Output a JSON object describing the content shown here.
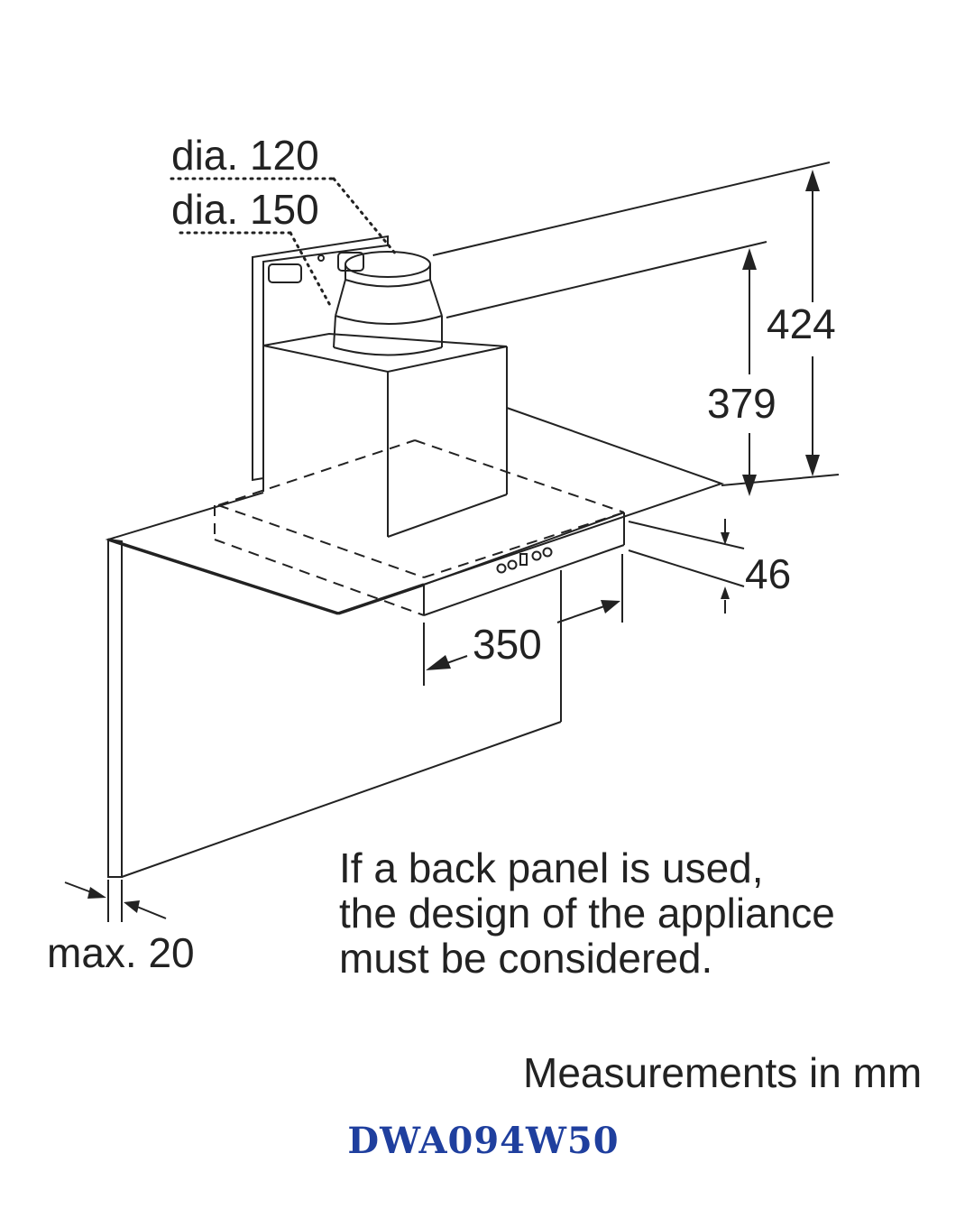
{
  "labels": {
    "dia_120": "dia. 120",
    "dia_150": "dia. 150",
    "height_total": "424",
    "height_chimney": "379",
    "canopy_thickness": "46",
    "depth": "350",
    "max_gap": "max. 20"
  },
  "note": {
    "line1": "If a back panel is used,",
    "line2": "the design of the appliance",
    "line3": "must be considered."
  },
  "units_note": "Measurements in mm",
  "model": "DWA094W50",
  "colors": {
    "line": "#222222",
    "model": "#1f3f9e"
  }
}
